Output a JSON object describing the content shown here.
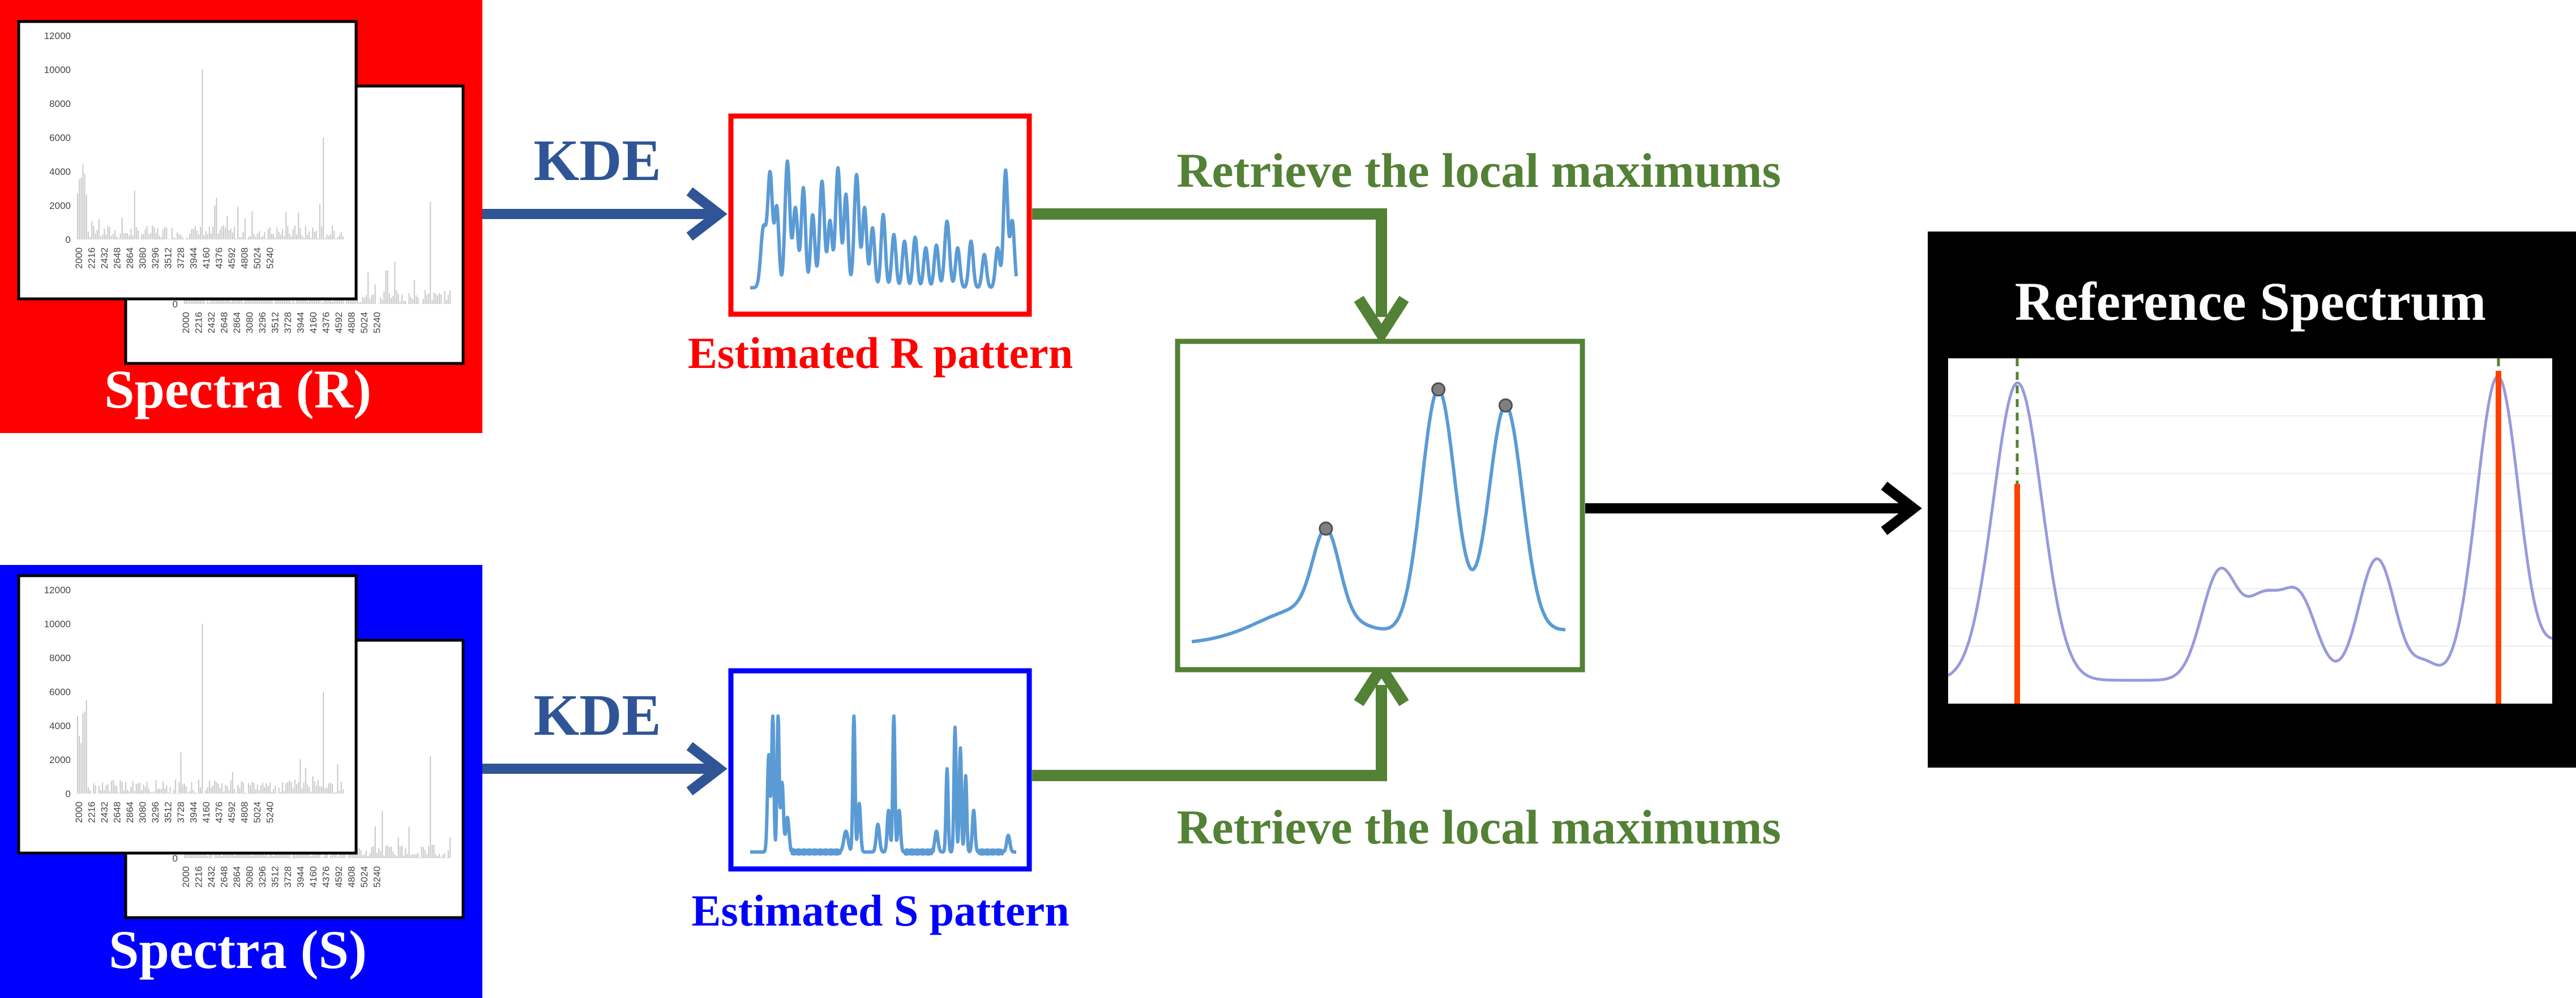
{
  "colors": {
    "red": "#ff0000",
    "blue": "#0000ff",
    "green": "#538135",
    "arrow_blue": "#2f5597",
    "black": "#000000",
    "line_blue": "#5b9bd5",
    "ref_curve": "#9999dd",
    "ref_peak": "#ff4000",
    "peak_marker": "#808080"
  },
  "groups": {
    "r": {
      "label": "Spectra (R)",
      "pattern_label": "Estimated R pattern",
      "kde_label": "KDE",
      "retrieve_label": "Retrieve the local maximums"
    },
    "s": {
      "label": "Spectra (S)",
      "pattern_label": "Estimated S pattern",
      "kde_label": "KDE",
      "retrieve_label": "Retrieve the local maximums"
    }
  },
  "thumb_chart": {
    "type": "bar",
    "y_ticks": [
      "12000",
      "10000",
      "8000",
      "6000",
      "4000",
      "2000",
      "0"
    ],
    "x_ticks": [
      "2000",
      "2216",
      "2432",
      "2648",
      "2864",
      "3080",
      "3296",
      "3512",
      "3728",
      "3944",
      "4160",
      "4376",
      "4592",
      "4808",
      "5024",
      "5240"
    ],
    "back_y_ticks": [
      "0"
    ],
    "back_x_ticks": [
      "2000",
      "2216",
      "2432",
      "2648",
      "2864",
      "3080",
      "3296",
      "3512",
      "3728",
      "3944",
      "4160",
      "4376",
      "4592",
      "4808",
      "5024",
      "5240"
    ]
  },
  "reference": {
    "title": "Reference Spectrum"
  }
}
